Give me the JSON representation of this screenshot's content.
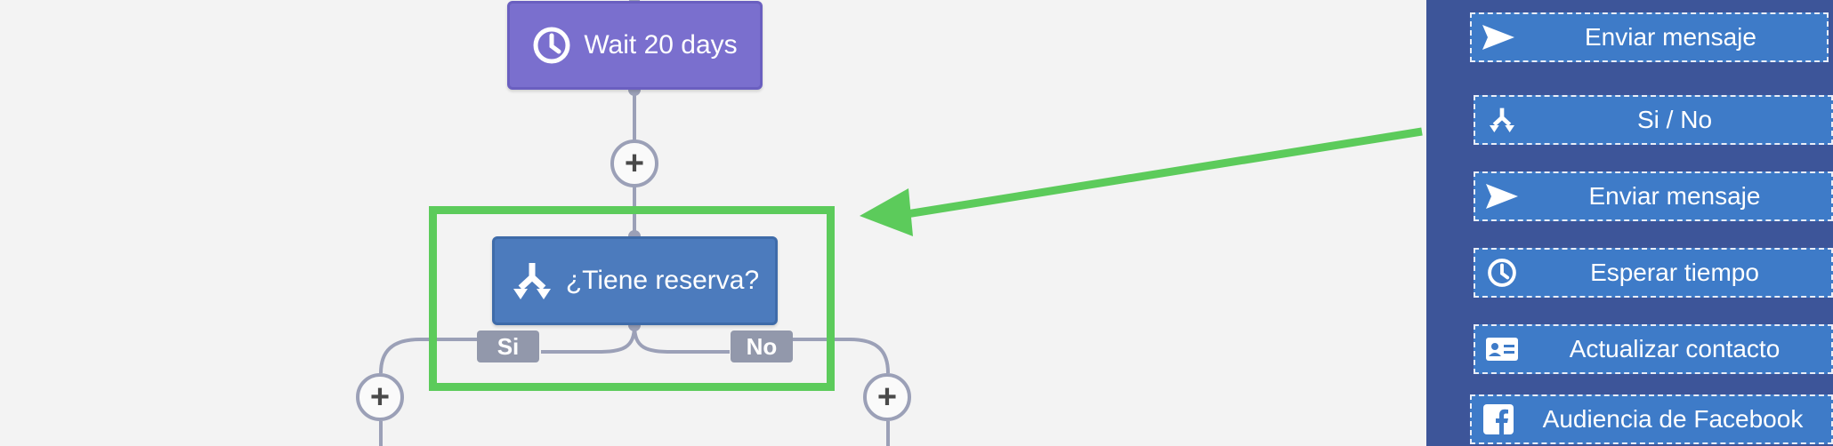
{
  "flow": {
    "wait_node": {
      "label": "Wait 20 days",
      "icon": "clock-icon"
    },
    "condition_node": {
      "label": "¿Tiene reserva?",
      "icon": "split-icon"
    },
    "branches": {
      "yes_label": "Si",
      "no_label": "No"
    },
    "add_step_symbol": "+"
  },
  "sidebar": {
    "items": [
      {
        "label": "Enviar mensaje",
        "icon": "send-icon"
      },
      {
        "label": "Si / No",
        "icon": "split-icon"
      },
      {
        "label": "Enviar mensaje",
        "icon": "send-icon"
      },
      {
        "label": "Esperar tiempo",
        "icon": "clock-icon"
      },
      {
        "label": "Actualizar contacto",
        "icon": "contact-card-icon"
      },
      {
        "label": "Audiencia de Facebook",
        "icon": "facebook-icon"
      }
    ]
  },
  "colors": {
    "wait_node": "#7a6fce",
    "condition_node": "#4c7bbd",
    "highlight": "#5ccb5b",
    "sidebar_bg": "#3d5599",
    "sidebar_item": "#3e7bc8",
    "connector": "#9ba0b7"
  }
}
